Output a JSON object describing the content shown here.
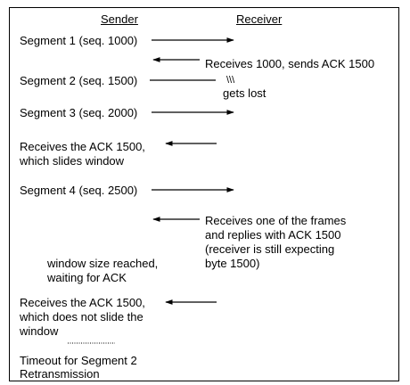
{
  "headers": {
    "sender": "Sender",
    "receiver": "Receiver"
  },
  "sender_notes": {
    "seg1": "Segment 1 (seq. 1000)",
    "seg2": "Segment 2 (seq. 1500)",
    "seg3": "Segment 3  (seq. 2000)",
    "ack1_l1": "Receives the ACK 1500,",
    "ack1_l2": "which slides window",
    "seg4": "Segment 4  (seq. 2500)",
    "window_l1": "window size reached,",
    "window_l2": "waiting for ACK",
    "ack2_l1": "Receives the ACK 1500,",
    "ack2_l2": "which does not slide the",
    "ack2_l3": "window",
    "timeout_l1": "Timeout for Segment 2",
    "timeout_l2": "Retransmission"
  },
  "receiver_notes": {
    "recv1": "Receives 1000, sends ACK 1500",
    "lost_mark": "\\\\\\",
    "lost": "gets lost",
    "recv2_l1": "Receives one of the frames",
    "recv2_l2": "and replies with ACK 1500",
    "recv2_l3": "(receiver is still expecting",
    "recv2_l4": "byte 1500)"
  }
}
